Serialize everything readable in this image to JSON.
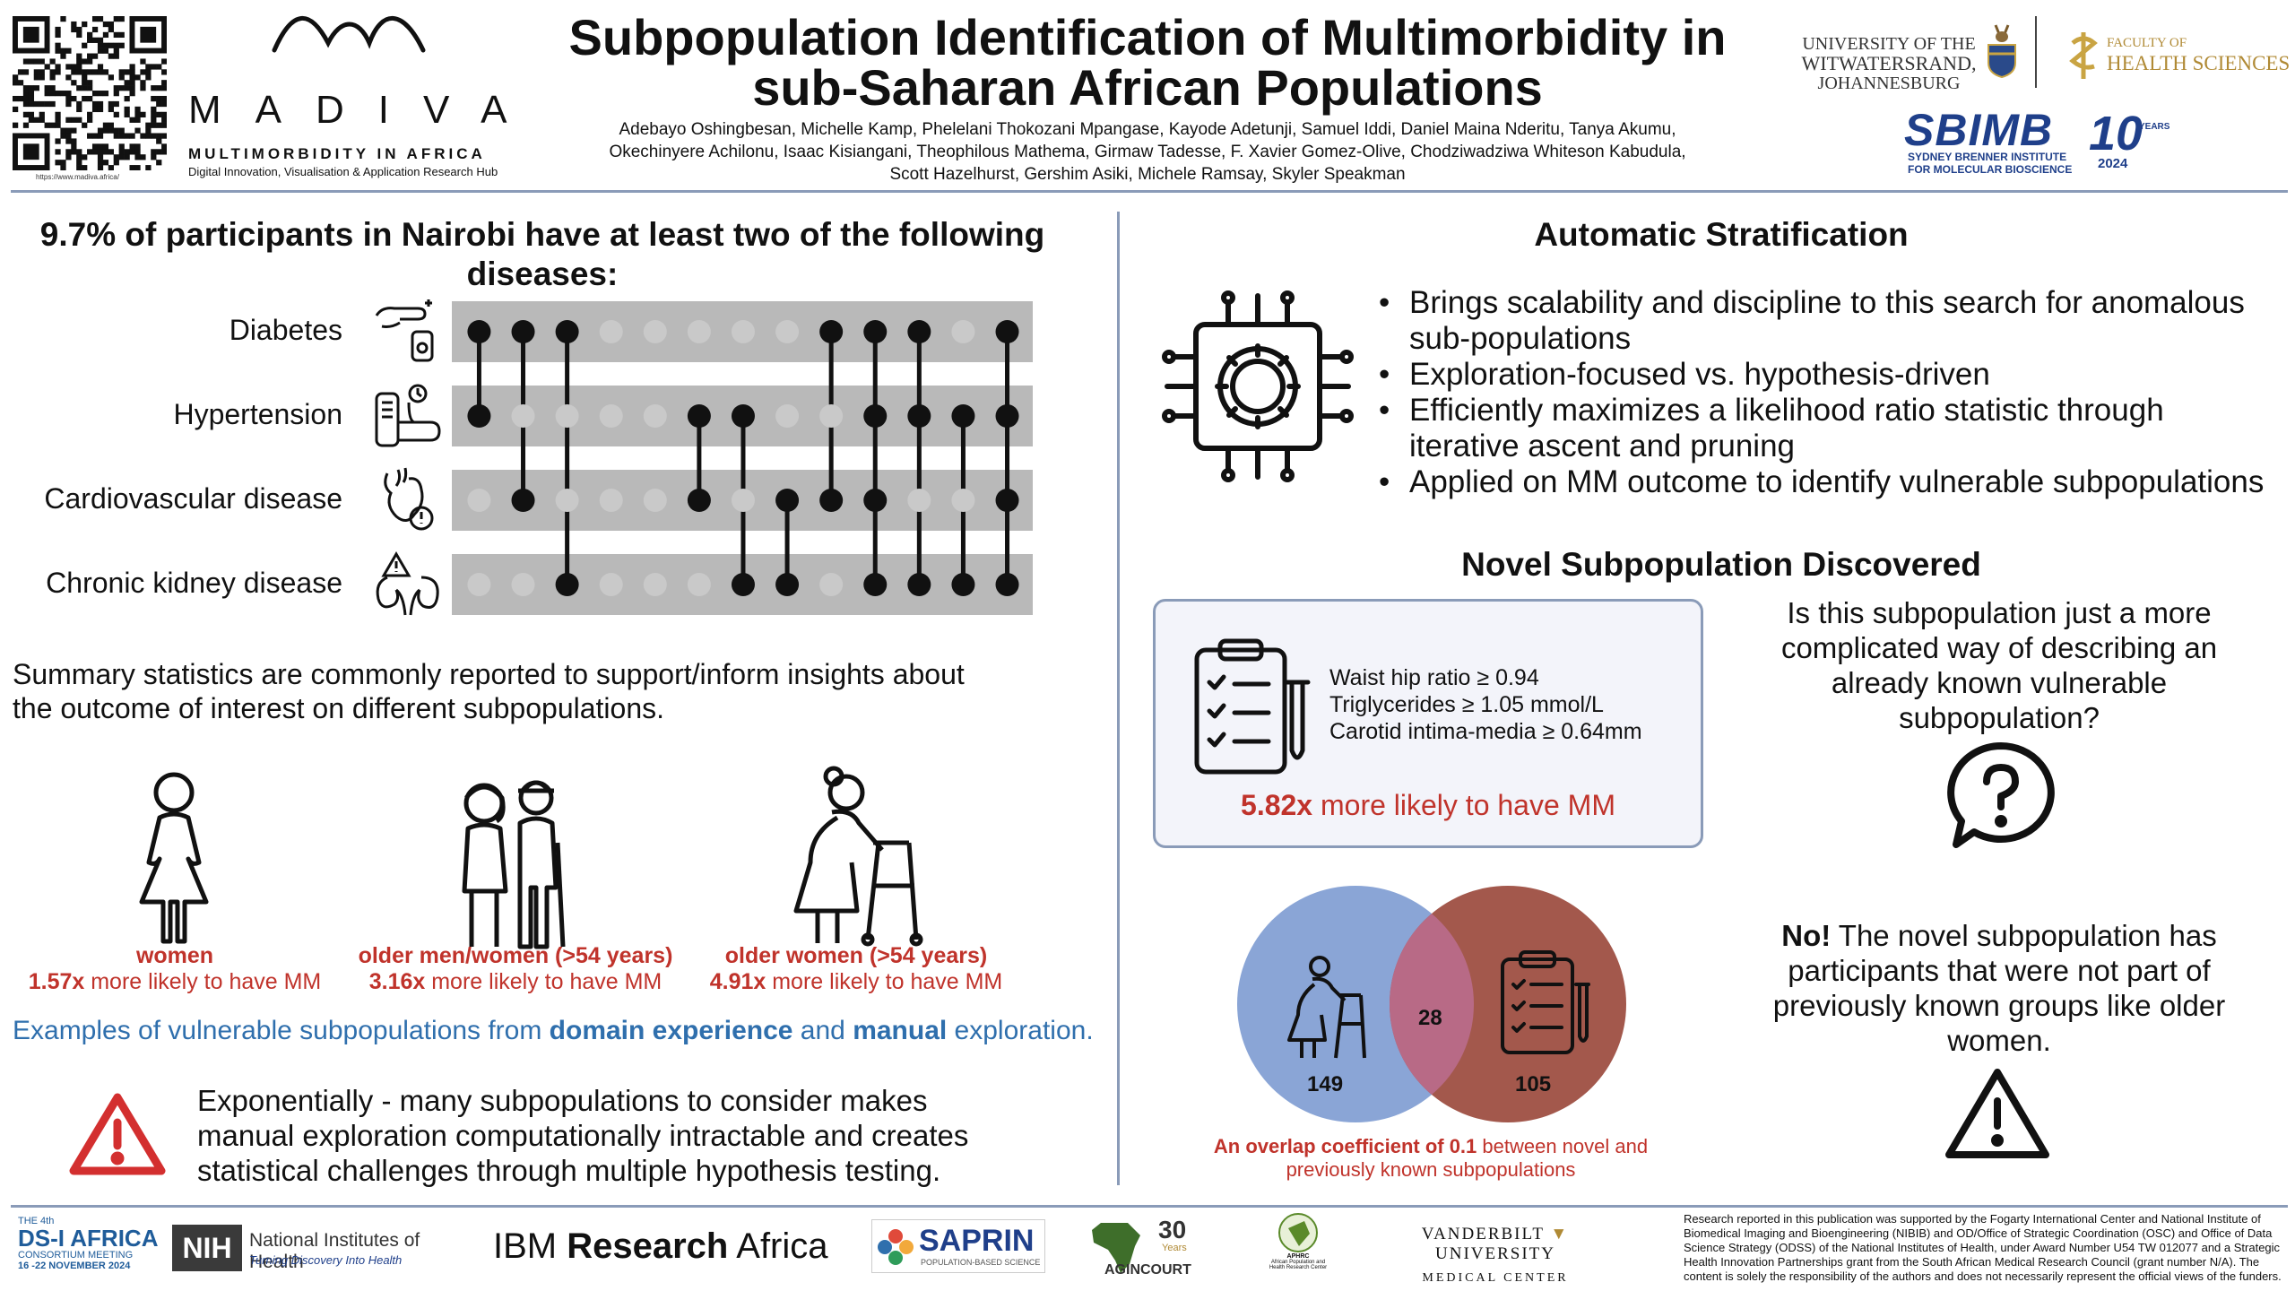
{
  "header": {
    "title_line1": "Subpopulation Identification of Multimorbidity in",
    "title_line2": "sub-Saharan African Populations",
    "authors_line1": "Adebayo Oshingbesan, Michelle Kamp, Phelelani Thokozani Mpangase, Kayode Adetunji, Samuel Iddi, Daniel Maina Nderitu, Tanya Akumu,",
    "authors_line2": "Okechinyere Achilonu, Isaac Kisiangani, Theophilous Mathema, Girmaw Tadesse, F. Xavier Gomez-Olive, Chodziwadziwa Whiteson Kabudula,",
    "authors_line3": "Scott Hazelhurst, Gershim Asiki, Michele Ramsay, Skyler Speakman",
    "madiva_name": "MADIVA",
    "madiva_tagline": "MULTIMORBIDITY IN AFRICA",
    "madiva_sub": "Digital Innovation, Visualisation & Application Research Hub",
    "qr_url": "https://www.madiva.africa/",
    "wits_line1": "UNIVERSITY OF THE",
    "wits_line2": "WITWATERSRAND,",
    "wits_line3": "JOHANNESBURG",
    "faculty_line1": "FACULTY OF",
    "faculty_line2": "HEALTH SCIENCES",
    "sbimb_name": "SBIMB",
    "sbimb_sub1": "SYDNEY BRENNER INSTITUTE",
    "sbimb_sub2": "FOR MOLECULAR BIOSCIENCE",
    "sbimb_years": "10",
    "sbimb_years_label": "YEARS",
    "sbimb_year": "2024"
  },
  "left": {
    "heading_line1": "9.7% of participants in Nairobi have at least two of the following",
    "heading_line2": "diseases:",
    "diseases": [
      "Diabetes",
      "Hypertension",
      "Cardiovascular disease",
      "Chronic kidney disease"
    ],
    "summary_line1": "Summary statistics are commonly reported to support/inform insights about",
    "summary_line2": "the outcome of interest on different subpopulations.",
    "groups": [
      {
        "label": "women",
        "factor": "1.57x",
        "rest": "more likely to have MM"
      },
      {
        "label": "older men/women (>54 years)",
        "factor": "3.16x",
        "rest": "more likely to have MM"
      },
      {
        "label": "older women (>54 years)",
        "factor": "4.91x",
        "rest": "more likely to have MM"
      }
    ],
    "examples_a": "Examples of vulnerable subpopulations from ",
    "examples_b": "domain experience",
    "examples_c": " and ",
    "examples_d": "manual",
    "examples_e": " exploration.",
    "warning_line1": "Exponentially - many subpopulations to consider makes",
    "warning_line2": "manual exploration computationally intractable and creates",
    "warning_line3": "statistical challenges through multiple hypothesis testing."
  },
  "right": {
    "strat_heading": "Automatic Stratification",
    "bullets": [
      "Brings scalability and discipline to this search for anomalous sub-populations",
      "Exploration-focused vs. hypothesis-driven",
      "Efficiently maximizes a likelihood ratio statistic through iterative ascent and pruning",
      "Applied on MM outcome to identify vulnerable subpopulations"
    ],
    "novel_heading": "Novel Subpopulation Discovered",
    "criteria": [
      "Waist hip ratio ≥ 0.94",
      "Triglycerides ≥ 1.05 mmol/L",
      "Carotid intima-media ≥ 0.64mm"
    ],
    "likely_factor": "5.82x",
    "likely_rest": " more likely to have MM",
    "question_line1": "Is this subpopulation just a more",
    "question_line2": "complicated way of describing an",
    "question_line3": "already known vulnerable",
    "question_line4": "subpopulation?",
    "venn": {
      "left": "149",
      "overlap": "28",
      "right": "105"
    },
    "overlap_a": "An overlap coefficient of 0.1",
    "overlap_b": " between novel and",
    "overlap_c": "previously known subpopulations",
    "answer_bold": "No!",
    "answer_line1": " The novel subpopulation has",
    "answer_line2": "participants that were not part of",
    "answer_line3": "previously known groups like older",
    "answer_line4": "women."
  },
  "footer": {
    "dsi_line1": "THE 4th",
    "dsi_line2": "DS-I AFRICA",
    "dsi_line3": "CONSORTIUM MEETING",
    "dsi_line4": "16 -22 NOVEMBER 2024",
    "nih_abbr": "NIH",
    "nih_name": "National Institutes of Health",
    "nih_tag": "Turning Discovery Into Health",
    "ibm_a": "IBM ",
    "ibm_b": "Research",
    "ibm_c": " Africa",
    "saprin_name": "SAPRIN",
    "saprin_sub": "POPULATION-BASED SCIENCE",
    "agincourt_num": "30",
    "agincourt_years": "Years",
    "agincourt_name": "AGINCOURT",
    "aphrc_abbr": "APHRC",
    "aphrc_line1": "African Population and",
    "aphrc_line2": "Health Research Center",
    "vandy_a": "VANDERBILT",
    "vandy_b": "UNIVERSITY",
    "vandy_c": "MEDICAL CENTER",
    "disclaimer": "Research reported in this publication was supported by the Fogarty International Center and National Institute of Biomedical Imaging and Bioengineering (NIBIB) and OD/Office of Strategic Coordination (OSC) and Office of Data Science Strategy (ODSS) of the National Institutes of Health, under Award Number U54 TW 012077 and a Strategic Health Innovation Partnerships grant from the South African Medical Research Council (grant number N/A). The content is solely the responsibility of the authors and does not necessarily represent the official views of the funders."
  },
  "upset_combinations": [
    [
      1,
      1,
      0,
      0
    ],
    [
      1,
      0,
      1,
      0
    ],
    [
      1,
      0,
      0,
      1
    ],
    [
      0,
      0,
      0,
      0
    ],
    [
      0,
      0,
      0,
      0
    ],
    [
      0,
      1,
      1,
      0
    ],
    [
      0,
      1,
      0,
      1
    ],
    [
      0,
      0,
      1,
      1
    ],
    [
      1,
      0,
      1,
      0
    ],
    [
      1,
      1,
      1,
      1
    ],
    [
      1,
      1,
      0,
      1
    ],
    [
      0,
      1,
      0,
      1
    ],
    [
      1,
      1,
      1,
      1
    ]
  ],
  "colors": {
    "accent_red": "#c0332b",
    "accent_blue": "#2f6fad",
    "divider": "#8a9bb8",
    "venn_left": "#8aa5d6",
    "venn_right": "#a3584c"
  }
}
